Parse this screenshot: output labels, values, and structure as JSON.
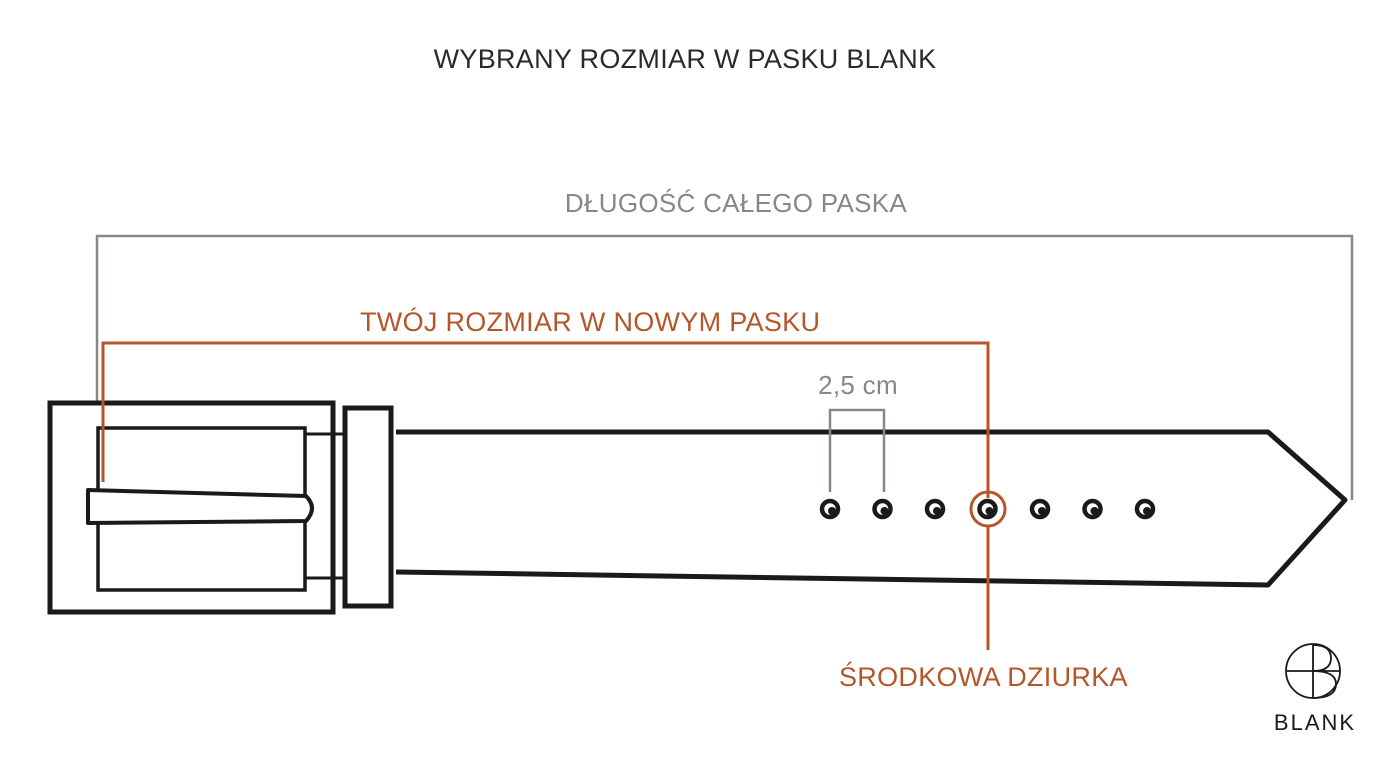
{
  "title": "WYBRANY ROZMIAR W PASKU BLANK",
  "labels": {
    "total_length": "DŁUGOŚĆ CAŁEGO PASKA",
    "your_size": "TWÓJ ROZMIAR W NOWYM PASKU",
    "hole_spacing": "2,5 cm",
    "center_hole": "ŚRODKOWA DZIURKA"
  },
  "brand": {
    "name": "BLANK"
  },
  "colors": {
    "outline": "#1a1a1a",
    "total_length": "#8a8782",
    "your_size": "#b5562a",
    "title": "#2a2a2a"
  },
  "belt": {
    "hole_count": 7,
    "center_hole_index": 4
  }
}
